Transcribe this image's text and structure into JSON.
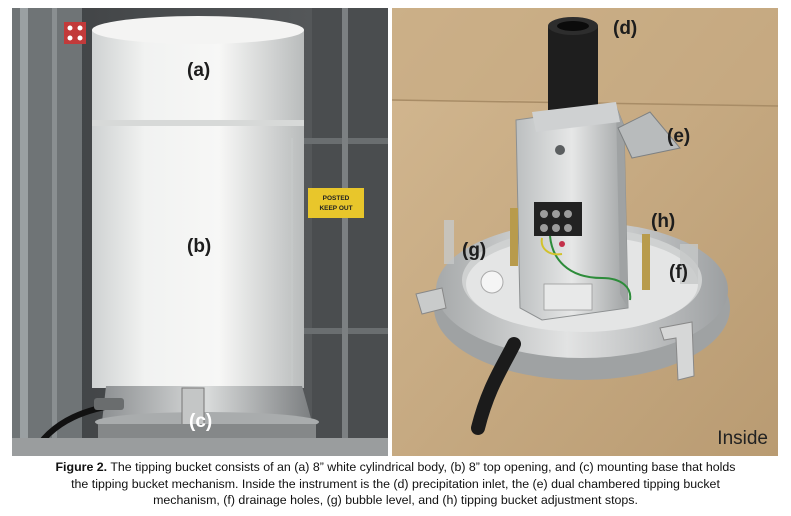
{
  "left_photo": {
    "labels": {
      "a": "(a)",
      "b": "(b)",
      "c": "(c)"
    },
    "sign_text": [
      "POSTED",
      "KEEP OUT"
    ]
  },
  "right_photo": {
    "labels": {
      "d": "(d)",
      "e": "(e)",
      "f": "(f)",
      "g": "(g)",
      "h": "(h)"
    },
    "inside_label": "Inside"
  },
  "caption": {
    "figure_label": "Figure 2.",
    "line1": " The tipping bucket consists of an (a) 8” white cylindrical body, (b) 8” top opening, and (c) mounting base that holds",
    "line2": "the tipping bucket mechanism. Inside the instrument is the (d) precipitation inlet, the (e) dual chambered tipping bucket",
    "line3": "mechanism, (f) drainage holes, (g) bubble level, and (h) tipping bucket adjustment stops."
  }
}
